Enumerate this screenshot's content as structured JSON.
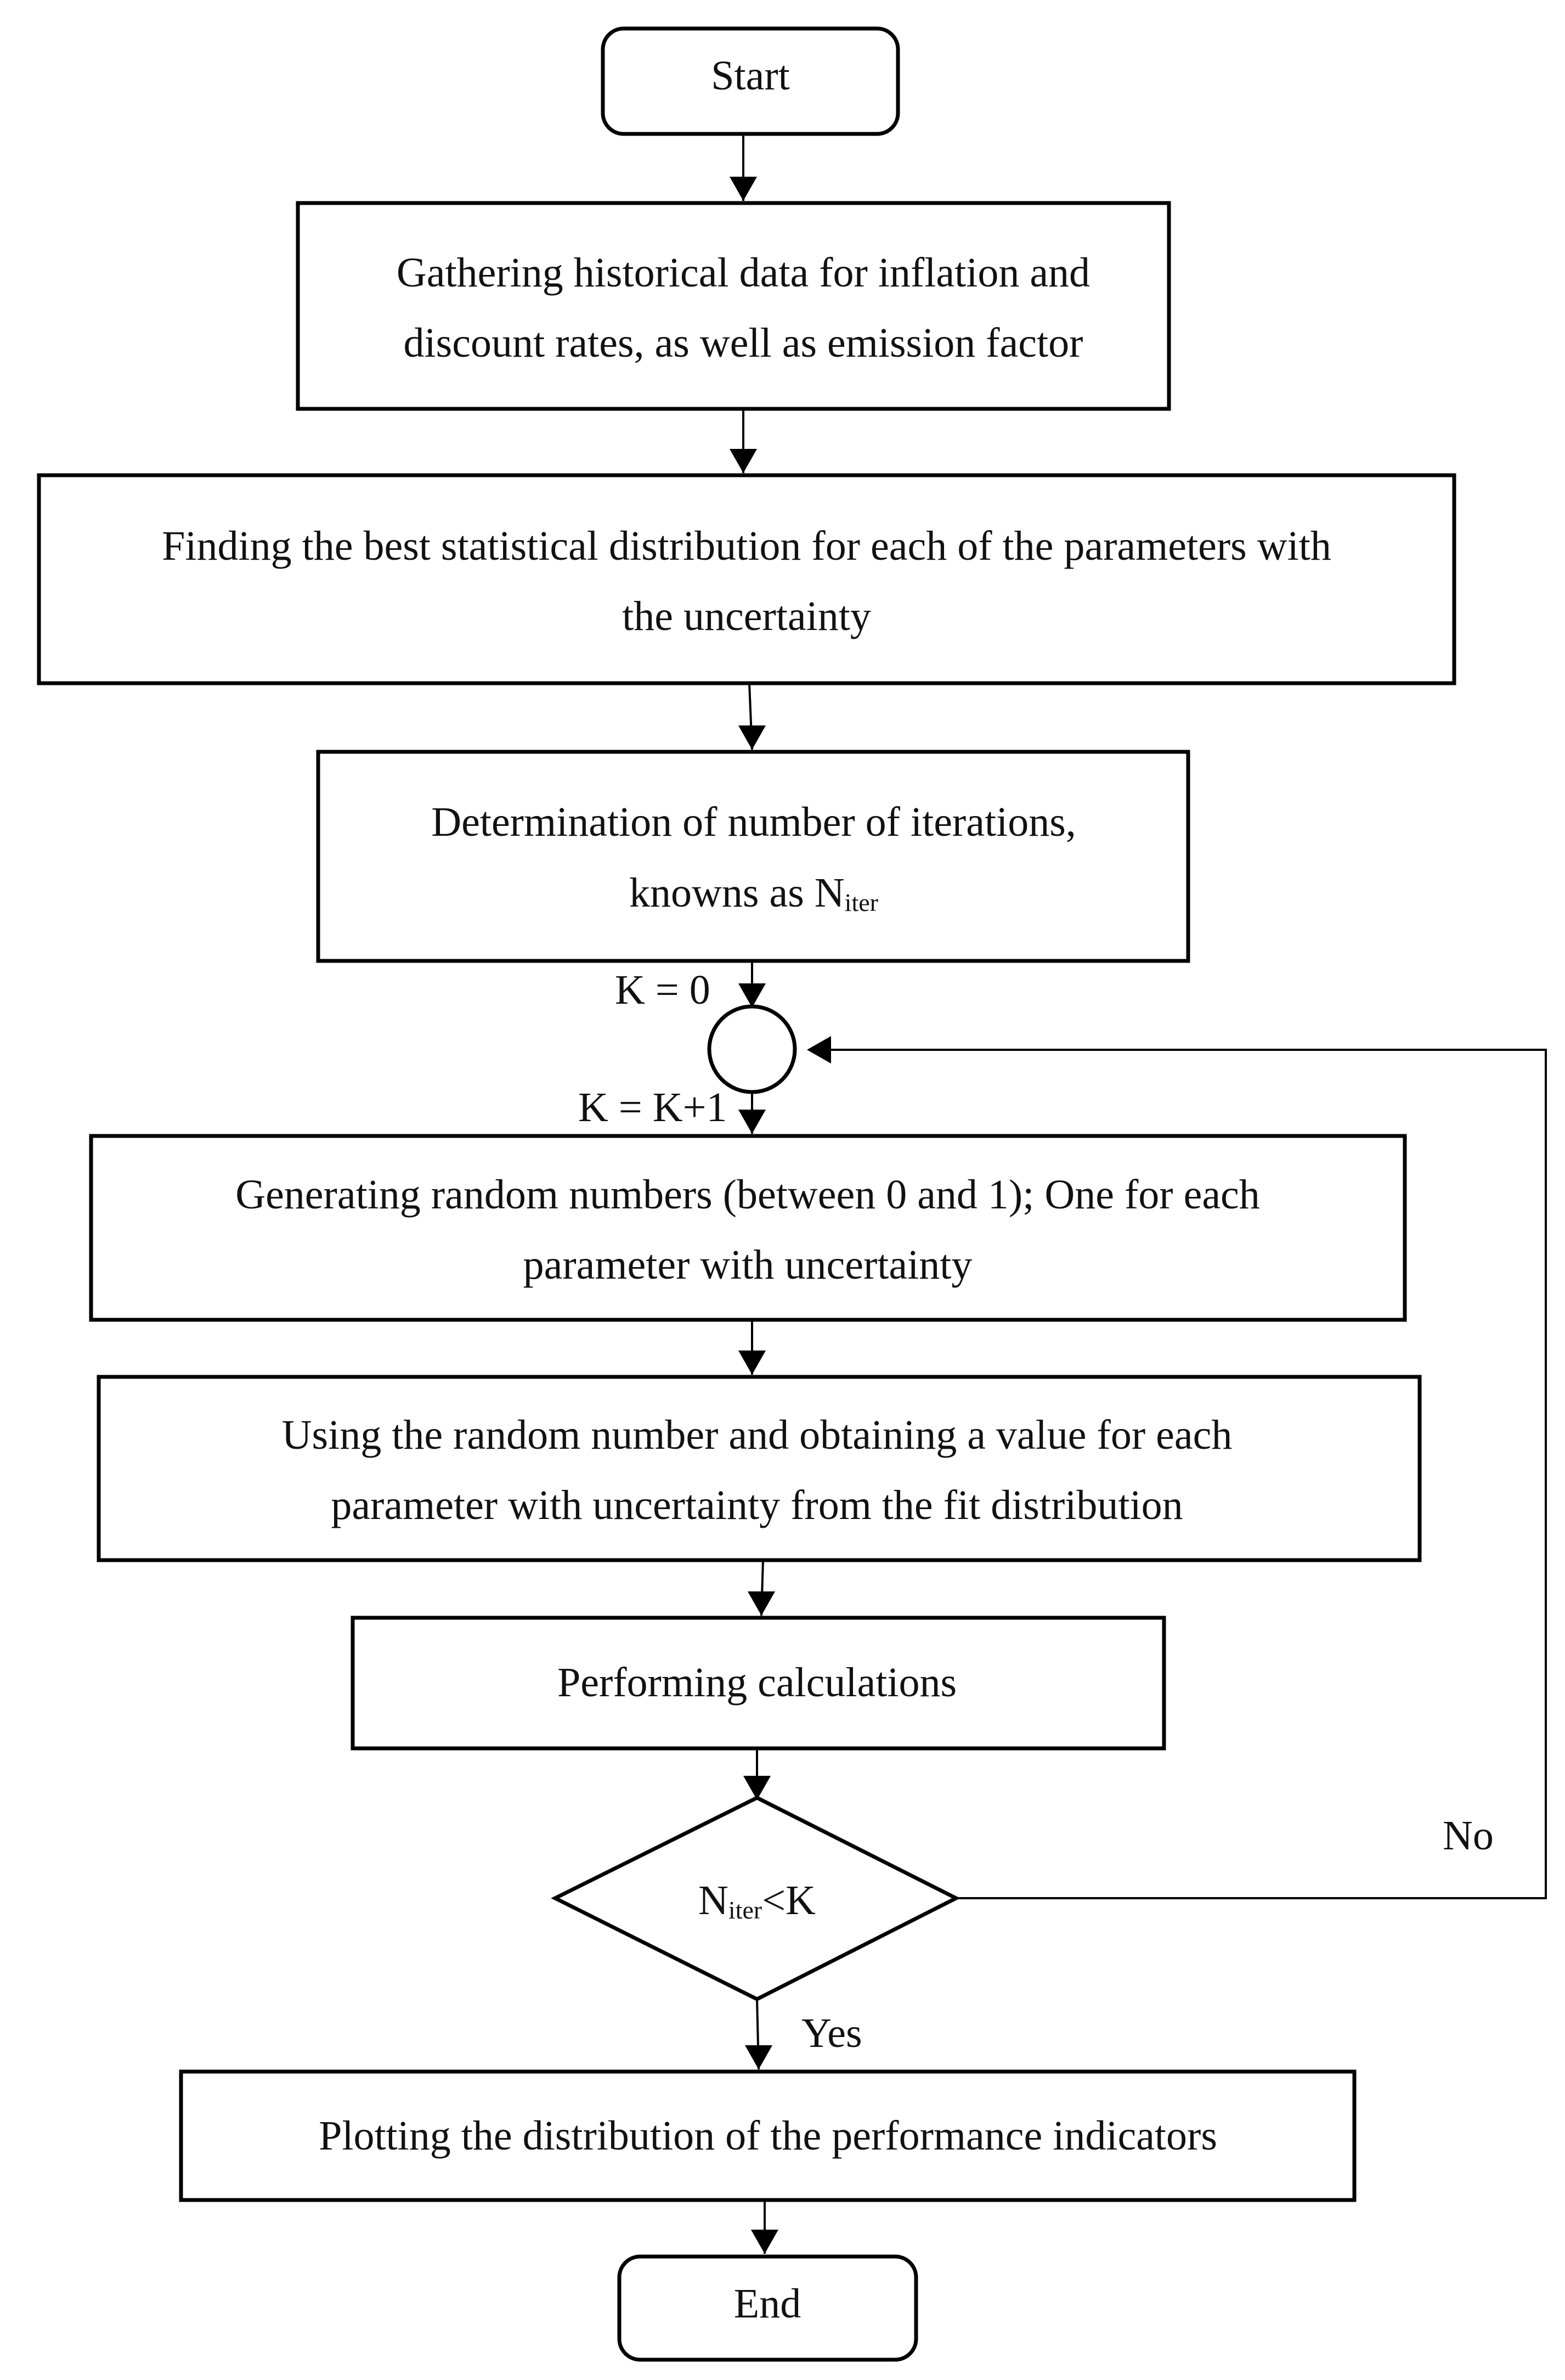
{
  "nodes": {
    "start": "Start",
    "gather_line1": "Gathering historical data for inflation and",
    "gather_line2": "discount rates, as well as emission factor",
    "find_line1": "Finding the best statistical distribution for each of the parameters with",
    "find_line2": "the uncertainty",
    "determine_line1": "Determination of number of iterations,",
    "determine_line2_prefix": "knowns as N",
    "determine_line2_sub": "iter",
    "generate_line1": "Generating random numbers (between 0 and 1); One for each",
    "generate_line2": "parameter with uncertainty",
    "using_line1": "Using the random number and obtaining a value for each",
    "using_line2": "parameter with uncertainty from the fit distribution",
    "perform": "Performing calculations",
    "decision_prefix": "N",
    "decision_sub": "iter",
    "decision_suffix": "<K",
    "plot": "Plotting the distribution of the performance indicators",
    "end": "End"
  },
  "labels": {
    "k_init": "K = 0",
    "k_increment": "K = K+1",
    "no": "No",
    "yes": "Yes"
  }
}
